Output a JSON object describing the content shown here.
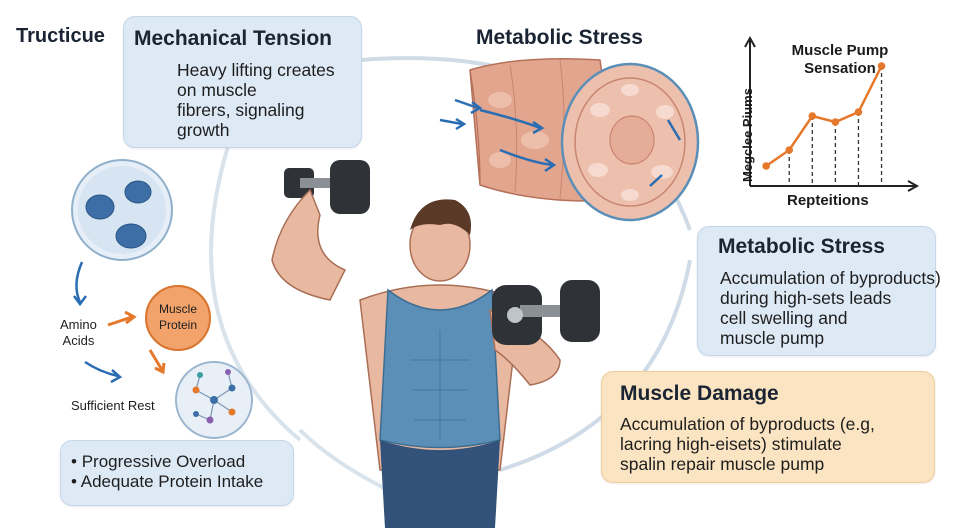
{
  "header_label": "Tructicue",
  "mechanical_tension": {
    "title": "Mechanical Tension",
    "lines": [
      "Heavy lifting creates",
      "on muscle",
      "fibrers, signaling",
      "growth"
    ]
  },
  "metabolic_stress_top": {
    "title": "Metabolic Stress"
  },
  "muscle_pump_chart": {
    "title_lines": [
      "Muscle Pump",
      "Sensation"
    ],
    "ylabel": "Megclee Piums",
    "xlabel": "Repteitions"
  },
  "metabolic_stress_card": {
    "title": "Metabolic Stress",
    "lines": [
      "Accumulation of byproducts)",
      "during high-sets leads",
      "cell swelling and",
      "muscle pump"
    ]
  },
  "muscle_damage_card": {
    "title": "Muscle Damage",
    "lines": [
      "Accumulation of byproducts (e.g,",
      "lacring high-eisets) stimulate",
      "spalin repair muscle pump"
    ]
  },
  "protein_flow": {
    "amino_lines": [
      "Amino",
      "Acids"
    ],
    "protein_lines": [
      "Muscle",
      "Protein"
    ],
    "rest_label": "Sufficient Rest"
  },
  "tips_card": {
    "items": [
      "Progressive Overload",
      "Adequate Protein Intake"
    ]
  },
  "colors": {
    "card_blue": "#dde9f5",
    "card_orange": "#fbe4c2",
    "accent_orange": "#e5782a",
    "arrow_blue": "#2a6db3",
    "muscle": "#e9b8a0",
    "tank_top": "#5b8fb8"
  },
  "chart_data": {
    "type": "line",
    "title": "Muscle Pump Sensation",
    "xlabel": "Repteitions",
    "ylabel": "Megclee Piums",
    "x": [
      1,
      2,
      3,
      4,
      5,
      6
    ],
    "values": [
      1.0,
      1.8,
      3.5,
      3.2,
      3.7,
      6.0
    ],
    "ylim": [
      0,
      7
    ],
    "grid": false
  }
}
